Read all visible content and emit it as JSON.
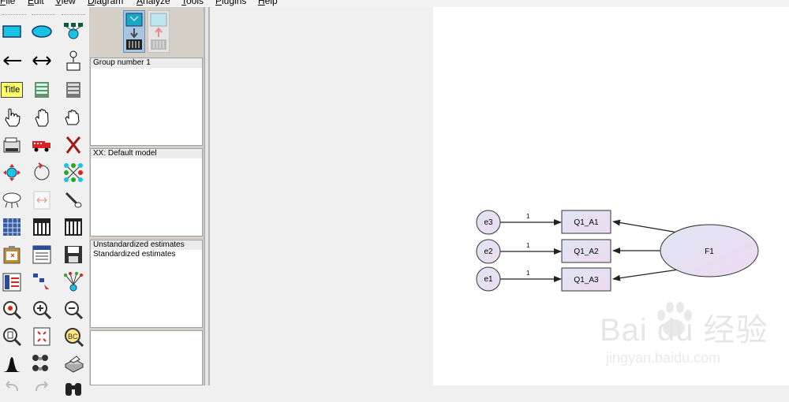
{
  "menu": {
    "items": [
      "File",
      "Edit",
      "View",
      "Diagram",
      "Analyze",
      "Tools",
      "Plugins",
      "Help"
    ]
  },
  "toolbox": {
    "icons": [
      "rectangle-icon",
      "ellipse-icon",
      "indicator-icon",
      "single-arrow-icon",
      "double-arrow-icon",
      "unique-variable-icon",
      "title-icon",
      "list-variables-icon",
      "list-data-variables-icon",
      "select-one-icon",
      "select-all-icon",
      "deselect-all-icon",
      "duplicate-icon",
      "move-icon",
      "erase-icon",
      "move-parameters-icon",
      "rotate-icon",
      "reflect-icon",
      "preserve-symmetries-icon",
      "zoom-page-icon",
      "scroll-icon",
      "data-files-icon",
      "analysis-properties-icon",
      "calculate-estimates-icon",
      "copy-to-clipboard-icon",
      "view-text-icon",
      "save-icon",
      "object-properties-icon",
      "drag-properties-icon",
      "touch-up-icon",
      "zoom-in-icon",
      "zoom-in-plus-icon",
      "zoom-out-icon",
      "zoom-page-view-icon",
      "fit-to-page-icon",
      "loupe-icon",
      "bayesian-icon",
      "multiple-group-icon",
      "print-icon",
      "undo-icon",
      "redo-icon",
      "binoculars-icon"
    ],
    "title_label": "Title"
  },
  "panels": {
    "groups": {
      "header": "Group number 1"
    },
    "models": {
      "header": "XX: Default model"
    },
    "estimates": {
      "items": [
        "Unstandardized estimates",
        "Standardized estimates"
      ]
    }
  },
  "diagram": {
    "latent": "F1",
    "observed": [
      "Q1_A1",
      "Q1_A2",
      "Q1_A3"
    ],
    "errors": [
      "e3",
      "e2",
      "e1"
    ],
    "path_labels": [
      "1",
      "1",
      "1"
    ],
    "colors": {
      "fill_start": "#dfe6f3",
      "fill_end": "#eedaf0",
      "stroke": "#333333"
    }
  },
  "watermark": {
    "main": "Bai du 经验",
    "sub": "jingyan.baidu.com"
  }
}
